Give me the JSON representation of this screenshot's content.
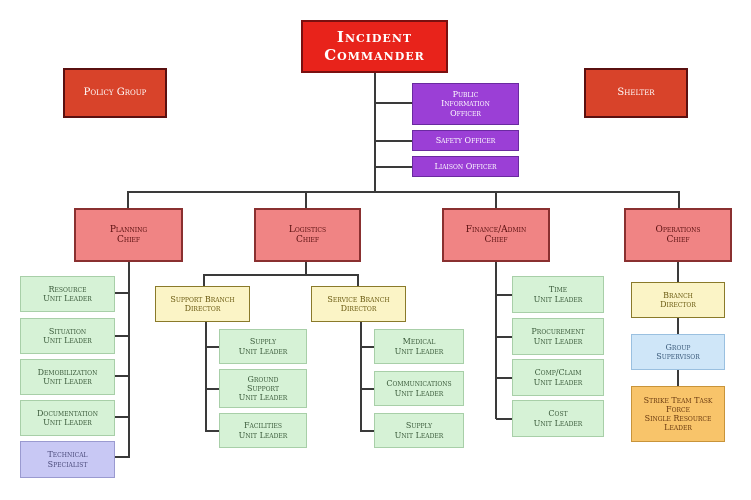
{
  "incident_commander": [
    "Incident",
    "Commander"
  ],
  "policy_group": "Policy Group",
  "shelter": "Shelter",
  "command_staff": {
    "pio": [
      "Public",
      "Information",
      "Officer"
    ],
    "safety": "Safety Officer",
    "liaison": "Liaison Officer"
  },
  "planning": {
    "chief": [
      "Planning",
      "Chief"
    ],
    "units": [
      [
        "Resource",
        "Unit Leader"
      ],
      [
        "Situation",
        "Unit Leader"
      ],
      [
        "Demobilization",
        "Unit Leader"
      ],
      [
        "Documentation",
        "Unit Leader"
      ],
      [
        "Technical",
        "Specialist"
      ]
    ]
  },
  "logistics": {
    "chief": [
      "Logistics",
      "Chief"
    ],
    "support_branch": [
      "Support Branch",
      "Director"
    ],
    "support_units": [
      [
        "Supply",
        "Unit Leader"
      ],
      [
        "Ground",
        "Support",
        "Unit Leader"
      ],
      [
        "Facilities",
        "Unit Leader"
      ]
    ],
    "service_branch": [
      "Service Branch",
      "Director"
    ],
    "service_units": [
      [
        "Medical",
        "Unit Leader"
      ],
      [
        "Communications",
        "Unit Leader"
      ],
      [
        "Supply",
        "Unit Leader"
      ]
    ]
  },
  "finance": {
    "chief": [
      "Finance/Admin",
      "Chief"
    ],
    "units": [
      [
        "Time",
        "Unit Leader"
      ],
      [
        "Procurement",
        "Unit Leader"
      ],
      [
        "Comp/Claim",
        "Unit Leader"
      ],
      [
        "Cost",
        "Unit Leader"
      ]
    ]
  },
  "operations": {
    "chief": [
      "Operations",
      "Chief"
    ],
    "branch": [
      "Branch",
      "Director"
    ],
    "group": [
      "Group",
      "Supervisor"
    ],
    "strike_team": [
      "Strike Team Task",
      "Force",
      "Single Resource",
      "Leader"
    ]
  },
  "colors": {
    "commander": "#e8231b",
    "staff": "#9b3fd6",
    "section": "#f08484",
    "unit": "#d6f2d6",
    "branch": "#fbf4c6"
  }
}
